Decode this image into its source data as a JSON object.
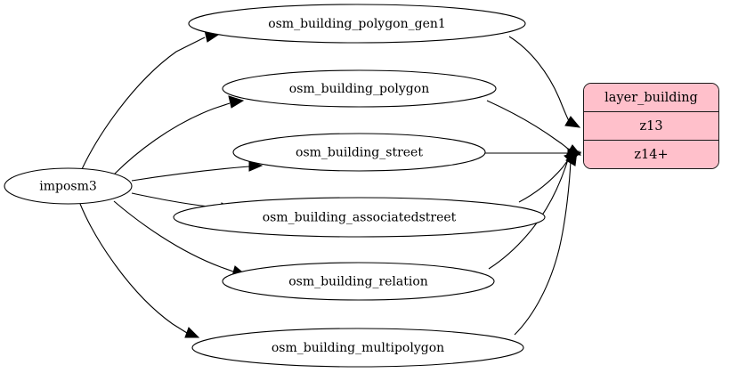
{
  "diagram": {
    "title": "imposm3 building layer dependency graph",
    "type": "directed-graph",
    "background_color": "#ffffff",
    "edge_color": "#000000"
  },
  "source_node": {
    "id": "imposm3",
    "label": "imposm3",
    "shape": "ellipse",
    "fill_color": "#ffffff"
  },
  "table_nodes": [
    {
      "id": "osm_building_polygon_gen1",
      "label": "osm_building_polygon_gen1",
      "shape": "ellipse",
      "fill_color": "#ffffff"
    },
    {
      "id": "osm_building_polygon",
      "label": "osm_building_polygon",
      "shape": "ellipse",
      "fill_color": "#ffffff"
    },
    {
      "id": "osm_building_street",
      "label": "osm_building_street",
      "shape": "ellipse",
      "fill_color": "#ffffff"
    },
    {
      "id": "osm_building_associatedstreet",
      "label": "osm_building_associatedstreet",
      "shape": "ellipse",
      "fill_color": "#ffffff"
    },
    {
      "id": "osm_building_relation",
      "label": "osm_building_relation",
      "shape": "ellipse",
      "fill_color": "#ffffff"
    },
    {
      "id": "osm_building_multipolygon",
      "label": "osm_building_multipolygon",
      "shape": "ellipse",
      "fill_color": "#ffffff"
    }
  ],
  "layer_node": {
    "id": "layer_building",
    "shape": "record",
    "fill_color": "#ffc0cb",
    "border_color": "#1a1a1a",
    "rows": [
      {
        "id": "name",
        "label": "layer_building"
      },
      {
        "id": "z13",
        "label": "z13"
      },
      {
        "id": "z14",
        "label": "z14+"
      }
    ]
  },
  "edges": [
    {
      "from": "imposm3",
      "to": "osm_building_polygon_gen1"
    },
    {
      "from": "imposm3",
      "to": "osm_building_polygon"
    },
    {
      "from": "imposm3",
      "to": "osm_building_street"
    },
    {
      "from": "imposm3",
      "to": "osm_building_associatedstreet"
    },
    {
      "from": "imposm3",
      "to": "osm_building_relation"
    },
    {
      "from": "imposm3",
      "to": "osm_building_multipolygon"
    },
    {
      "from": "osm_building_polygon_gen1",
      "to": "layer_building.z13"
    },
    {
      "from": "osm_building_polygon",
      "to": "layer_building.z14"
    },
    {
      "from": "osm_building_street",
      "to": "layer_building.z14"
    },
    {
      "from": "osm_building_associatedstreet",
      "to": "layer_building.z14"
    },
    {
      "from": "osm_building_relation",
      "to": "layer_building.z14"
    },
    {
      "from": "osm_building_multipolygon",
      "to": "layer_building.z14"
    }
  ]
}
